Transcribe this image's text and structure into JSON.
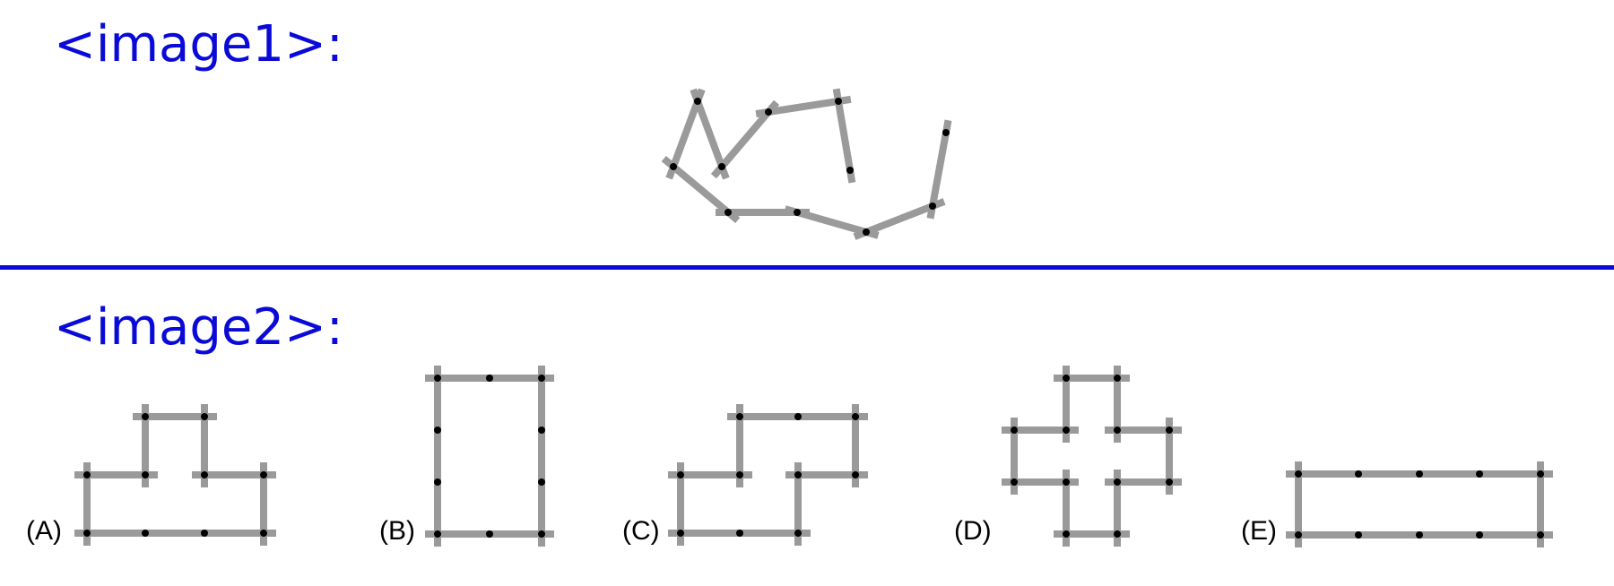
{
  "panels": [
    {
      "title": "<image1>:"
    },
    {
      "title": "<image2>:"
    }
  ],
  "options": [
    {
      "label": "(A)"
    },
    {
      "label": "(B)"
    },
    {
      "label": "(C)"
    },
    {
      "label": "(D)"
    },
    {
      "label": "(E)"
    }
  ],
  "colors": {
    "title": "#0a0ad8",
    "rod": "#9a9a9a",
    "joint": "#000000"
  }
}
